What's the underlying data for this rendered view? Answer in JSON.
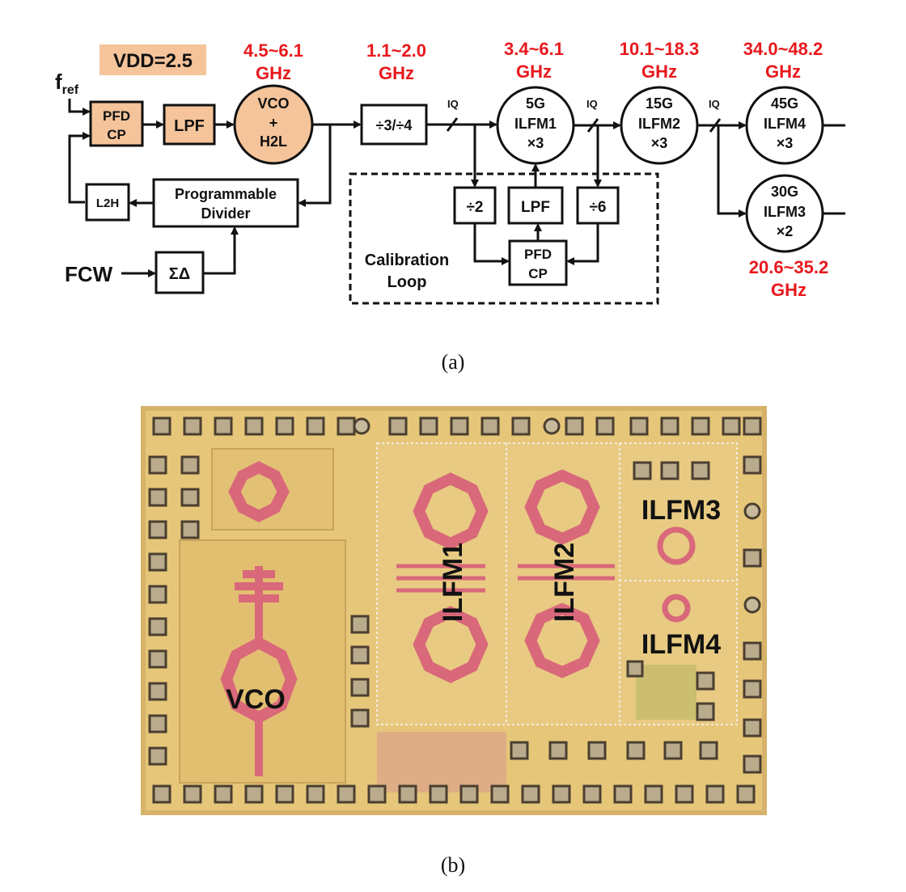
{
  "diagram_a": {
    "vdd_label": "VDD=2.5",
    "fref_label": "f",
    "fref_sub": "ref",
    "pfd_cp_1": [
      "PFD",
      "CP"
    ],
    "lpf_1": "LPF",
    "vco_h2l": [
      "VCO",
      "+",
      "H2L"
    ],
    "freq_vco": [
      "4.5~6.1",
      "GHz"
    ],
    "divider_3_4": "÷3/÷4",
    "freq_div": [
      "1.1~2.0",
      "GHz"
    ],
    "iq_labels": [
      "IQ",
      "IQ",
      "IQ"
    ],
    "ilfm1": [
      "5G",
      "ILFM1",
      "×3"
    ],
    "freq_ilfm1": [
      "3.4~6.1",
      "GHz"
    ],
    "ilfm2": [
      "15G",
      "ILFM2",
      "×3"
    ],
    "freq_ilfm2": [
      "10.1~18.3",
      "GHz"
    ],
    "ilfm4": [
      "45G",
      "ILFM4",
      "×3"
    ],
    "freq_ilfm4": [
      "34.0~48.2",
      "GHz"
    ],
    "ilfm3": [
      "30G",
      "ILFM3",
      "×2"
    ],
    "freq_ilfm3": [
      "20.6~35.2",
      "GHz"
    ],
    "l2h": "L2H",
    "prog_divider": [
      "Programmable",
      "Divider"
    ],
    "fcw": "FCW",
    "sigma_delta": "ΣΔ",
    "div2": "÷2",
    "lpf_2": "LPF",
    "div6": "÷6",
    "pfd_cp_2": [
      "PFD",
      "CP"
    ],
    "calibration_loop": [
      "Calibration",
      "Loop"
    ],
    "caption": "(a)"
  },
  "die_photo": {
    "labels": {
      "vco": "VCO",
      "ilfm1": "ILFM1",
      "ilfm2": "ILFM2",
      "ilfm3": "ILFM3",
      "ilfm4": "ILFM4"
    },
    "caption": "(b)"
  },
  "colors": {
    "frequency_text": "#e8181c",
    "orange_block": "#f5c49a",
    "die_background": "#e8c878",
    "inductor": "#d9687a"
  }
}
